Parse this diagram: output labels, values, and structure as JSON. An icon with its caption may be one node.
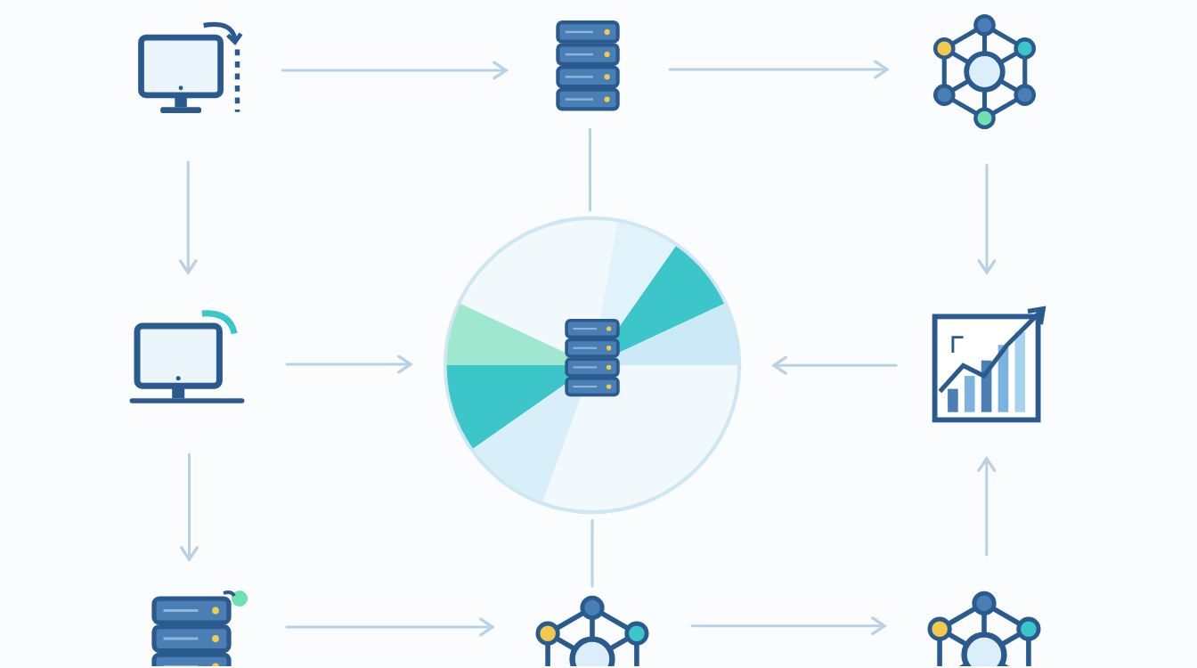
{
  "diagram": {
    "nodes": [
      {
        "text": [],
        "shape": "picture"
      },
      {
        "text": [],
        "shape": "picture"
      },
      {
        "text": [],
        "shape": "picture"
      },
      {
        "text": [],
        "shape": "picture"
      },
      {
        "text": [],
        "shape": "picture"
      },
      {
        "text": [],
        "shape": "picture"
      },
      {
        "text": [],
        "shape": "picture"
      },
      {
        "text": [],
        "shape": "picture"
      },
      {
        "text": [],
        "shape": "picture"
      }
    ],
    "edges": [
      {
        "from": 0,
        "to": 1,
        "arrow": "to"
      },
      {
        "from": 1,
        "to": 2,
        "arrow": "to"
      },
      {
        "from": 0,
        "to": 3,
        "arrow": "to"
      },
      {
        "from": 1,
        "to": 4,
        "arrow": "none"
      },
      {
        "from": 2,
        "to": 5,
        "arrow": "to"
      },
      {
        "from": 3,
        "to": 4,
        "arrow": "to"
      },
      {
        "from": 5,
        "to": 4,
        "arrow": "to"
      },
      {
        "from": 3,
        "to": 6,
        "arrow": "to"
      },
      {
        "from": 7,
        "to": 4,
        "arrow": "none"
      },
      {
        "from": 8,
        "to": 5,
        "arrow": "to"
      },
      {
        "from": 6,
        "to": 7,
        "arrow": "to"
      },
      {
        "from": 7,
        "to": 8,
        "arrow": "to"
      }
    ]
  }
}
